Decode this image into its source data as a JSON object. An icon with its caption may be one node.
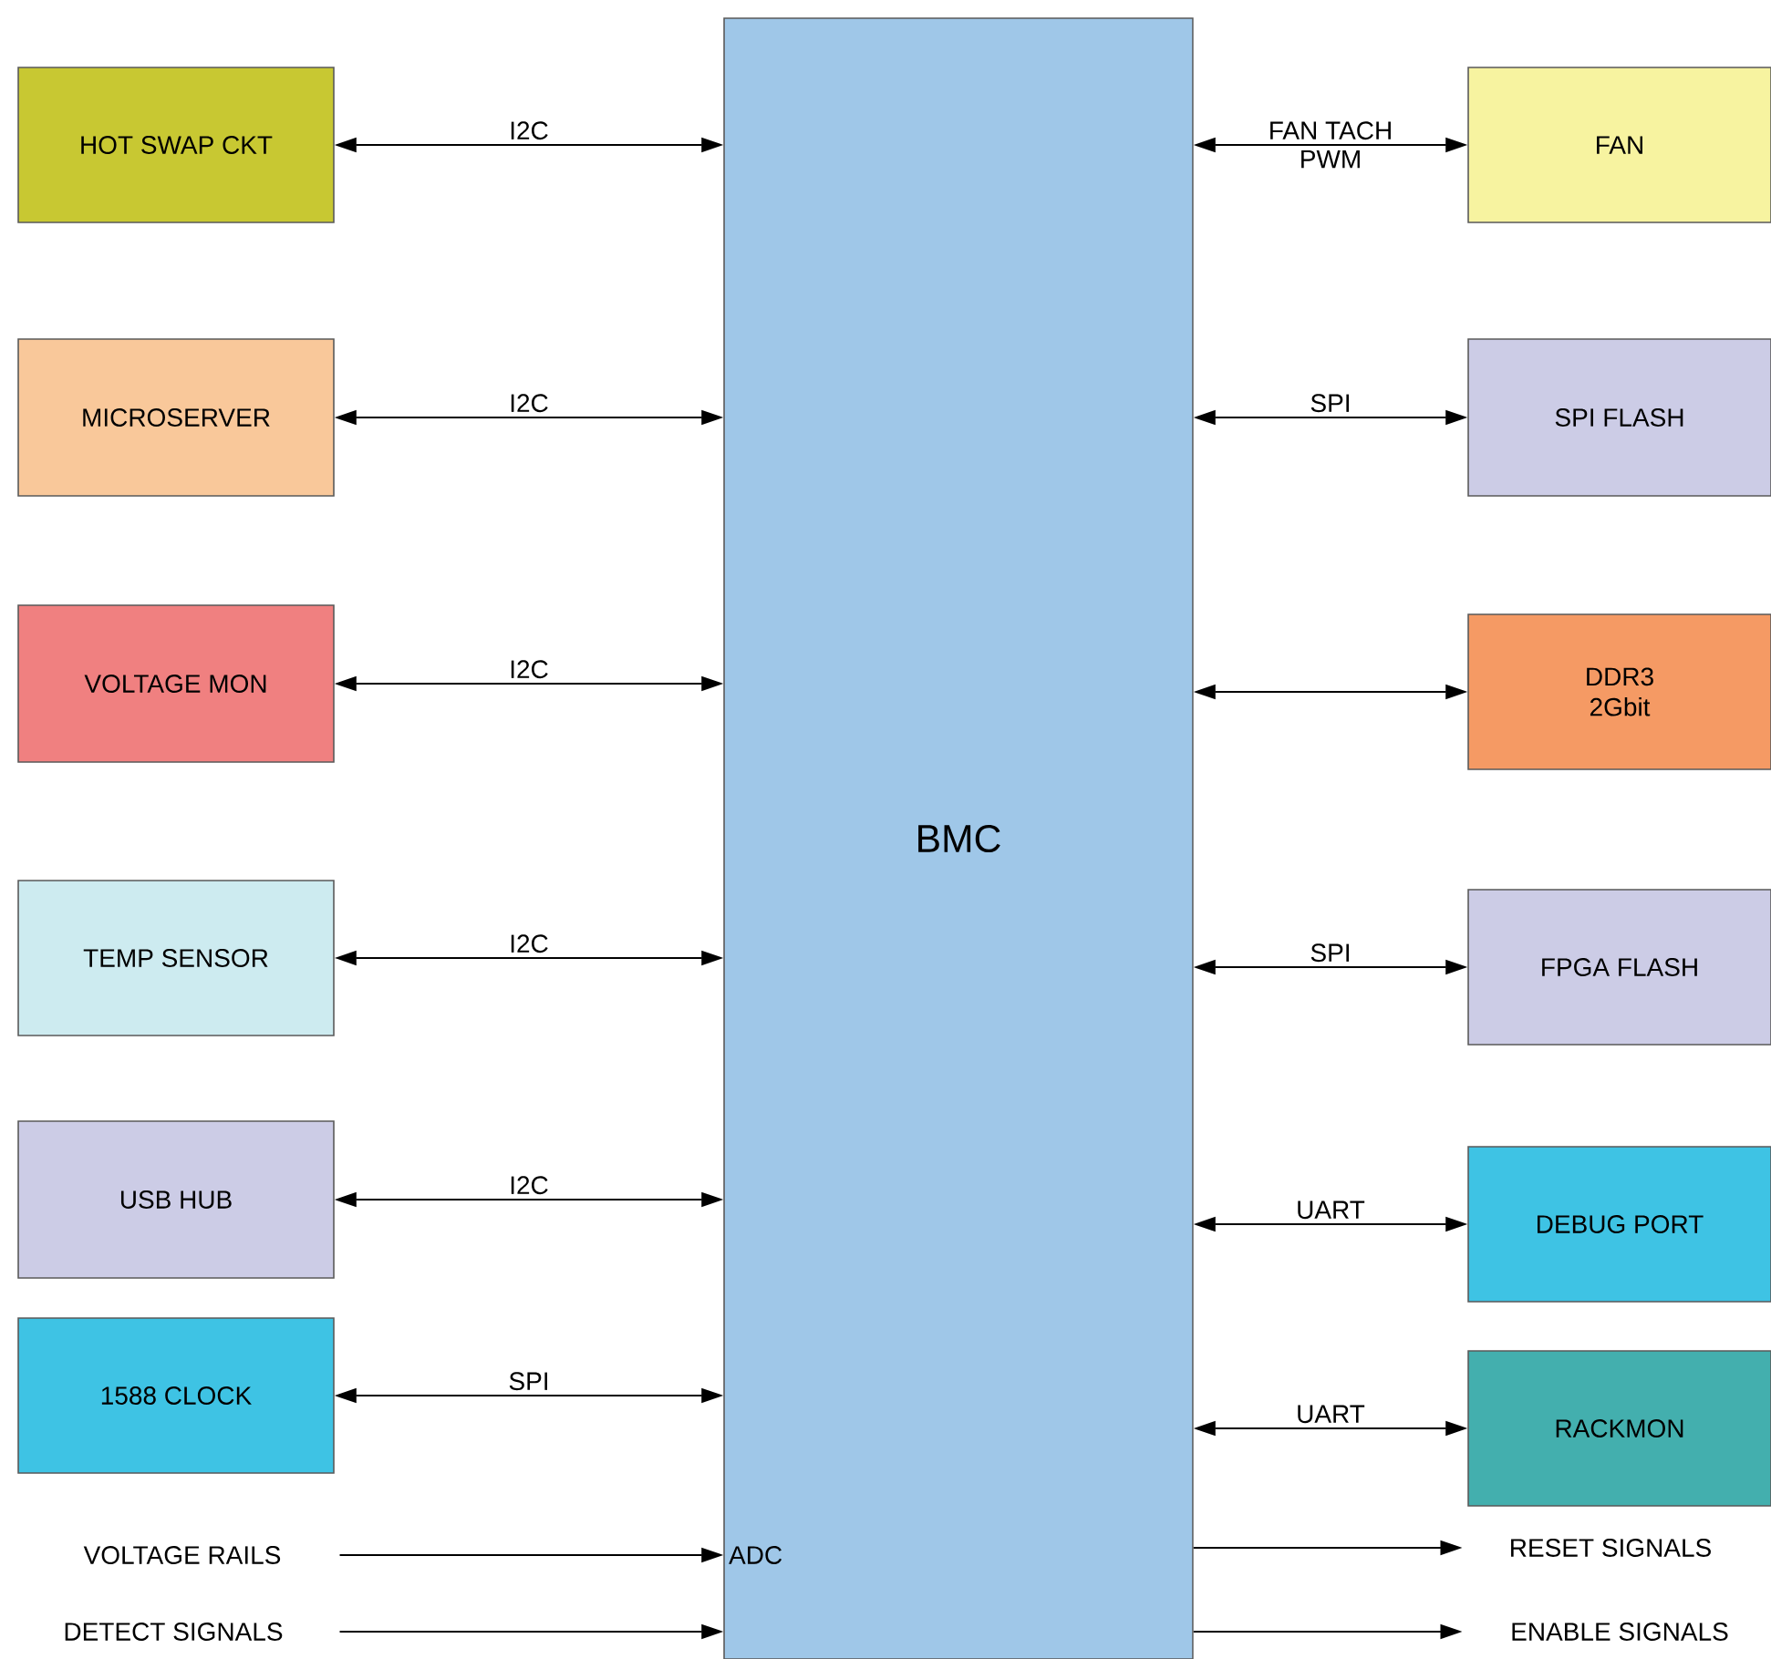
{
  "diagram": {
    "nodes": [
      {
        "text": [
          "BMC"
        ]
      },
      {
        "text": [
          "HOT SWAP CKT"
        ]
      },
      {
        "text": [
          "MICROSERVER"
        ]
      },
      {
        "text": [
          "VOLTAGE MON"
        ]
      },
      {
        "text": [
          "TEMP SENSOR"
        ]
      },
      {
        "text": [
          "USB HUB"
        ]
      },
      {
        "text": [
          "1588 CLOCK"
        ]
      },
      {
        "text": [
          "VOLTAGE RAILS"
        ]
      },
      {
        "text": [
          "DETECT SIGNALS"
        ]
      },
      {
        "text": [
          "FAN"
        ]
      },
      {
        "text": [
          "SPI FLASH"
        ]
      },
      {
        "text": [
          "DDR3 2Gbit"
        ]
      },
      {
        "text": [
          "FPGA FLASH"
        ]
      },
      {
        "text": [
          "DEBUG PORT"
        ]
      },
      {
        "text": [
          "RACKMON"
        ]
      },
      {
        "text": [
          "RESET SIGNALS"
        ]
      },
      {
        "text": [
          "ENABLE SIGNALS"
        ]
      }
    ],
    "edges": [
      {
        "from": 1,
        "to": 0,
        "arrow": "both",
        "label": "I2C"
      },
      {
        "from": 2,
        "to": 0,
        "arrow": "both",
        "label": "I2C"
      },
      {
        "from": 3,
        "to": 0,
        "arrow": "both",
        "label": "I2C"
      },
      {
        "from": 4,
        "to": 0,
        "arrow": "both",
        "label": "I2C"
      },
      {
        "from": 5,
        "to": 0,
        "arrow": "both",
        "label": "I2C"
      },
      {
        "from": 6,
        "to": 0,
        "arrow": "both",
        "label": "SPI"
      },
      {
        "from": 7,
        "to": 0,
        "arrow": "to"
      },
      {
        "from": 8,
        "to": 0,
        "arrow": "to"
      },
      {
        "from": 0,
        "to": 9,
        "arrow": "both",
        "label": "FAN TACH"
      },
      {
        "from": 0,
        "to": 10,
        "arrow": "both",
        "label": "SPI"
      },
      {
        "from": 0,
        "to": 11,
        "arrow": "both"
      },
      {
        "from": 0,
        "to": 12,
        "arrow": "both",
        "label": "SPI"
      },
      {
        "from": 0,
        "to": 13,
        "arrow": "both",
        "label": "UART"
      },
      {
        "from": 0,
        "to": 14,
        "arrow": "both",
        "label": "UART"
      },
      {
        "from": 0,
        "to": 15,
        "arrow": "to"
      },
      {
        "from": 0,
        "to": 16,
        "arrow": "to"
      }
    ],
    "labels": [
      "PWM",
      "ADC"
    ]
  }
}
